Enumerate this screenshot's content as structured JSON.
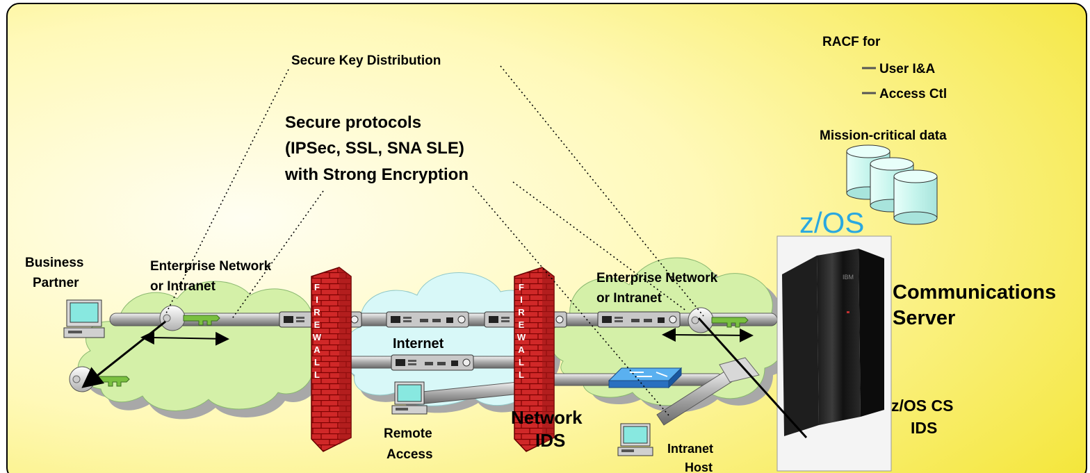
{
  "labels": {
    "secure_key_distribution": "Secure Key Distribution",
    "secure_protocols_1": "Secure protocols",
    "secure_protocols_2": "(IPSec, SSL, SNA SLE)",
    "secure_protocols_3": "with Strong Encryption",
    "racf_title": "RACF for",
    "racf_item_1": "User I&A",
    "racf_item_2": "Access Ctl",
    "mission_critical": "Mission-critical data",
    "zos": "z/OS",
    "business_partner_1": "Business",
    "business_partner_2": "Partner",
    "enterprise_left_1": "Enterprise Network",
    "enterprise_left_2": "or Intranet",
    "enterprise_right_1": "Enterprise Network",
    "enterprise_right_2": "or Intranet",
    "internet": "Internet",
    "remote_access_1": "Remote",
    "remote_access_2": "Access",
    "network_ids_1": "Network",
    "network_ids_2": "IDS",
    "intranet_host_1": "Intranet",
    "intranet_host_2": "Host",
    "comm_server_1": "Communications",
    "comm_server_2": "Server",
    "zos_cs_ids_1": "z/OS CS",
    "zos_cs_ids_2": "IDS",
    "firewall_left_letters": [
      "F",
      "I",
      "R",
      "E",
      "W",
      "A",
      "L",
      "L"
    ],
    "firewall_right_letters": [
      "F",
      "I",
      "R",
      "E",
      "W",
      "A",
      "L",
      "L"
    ],
    "mainframe_brand": "IBM"
  },
  "colors": {
    "background_light": "#fffde0",
    "background_dark": "#f6ea3a",
    "cloud_green": "#d4f0a8",
    "cloud_cyan": "#d8f8f8",
    "cloud_shadow": "#a8a8a8",
    "firewall_red": "#d03030",
    "zos_blue": "#2aa8e0",
    "disk_cyan": "#c8f8f0",
    "key_green": "#7ac040"
  }
}
